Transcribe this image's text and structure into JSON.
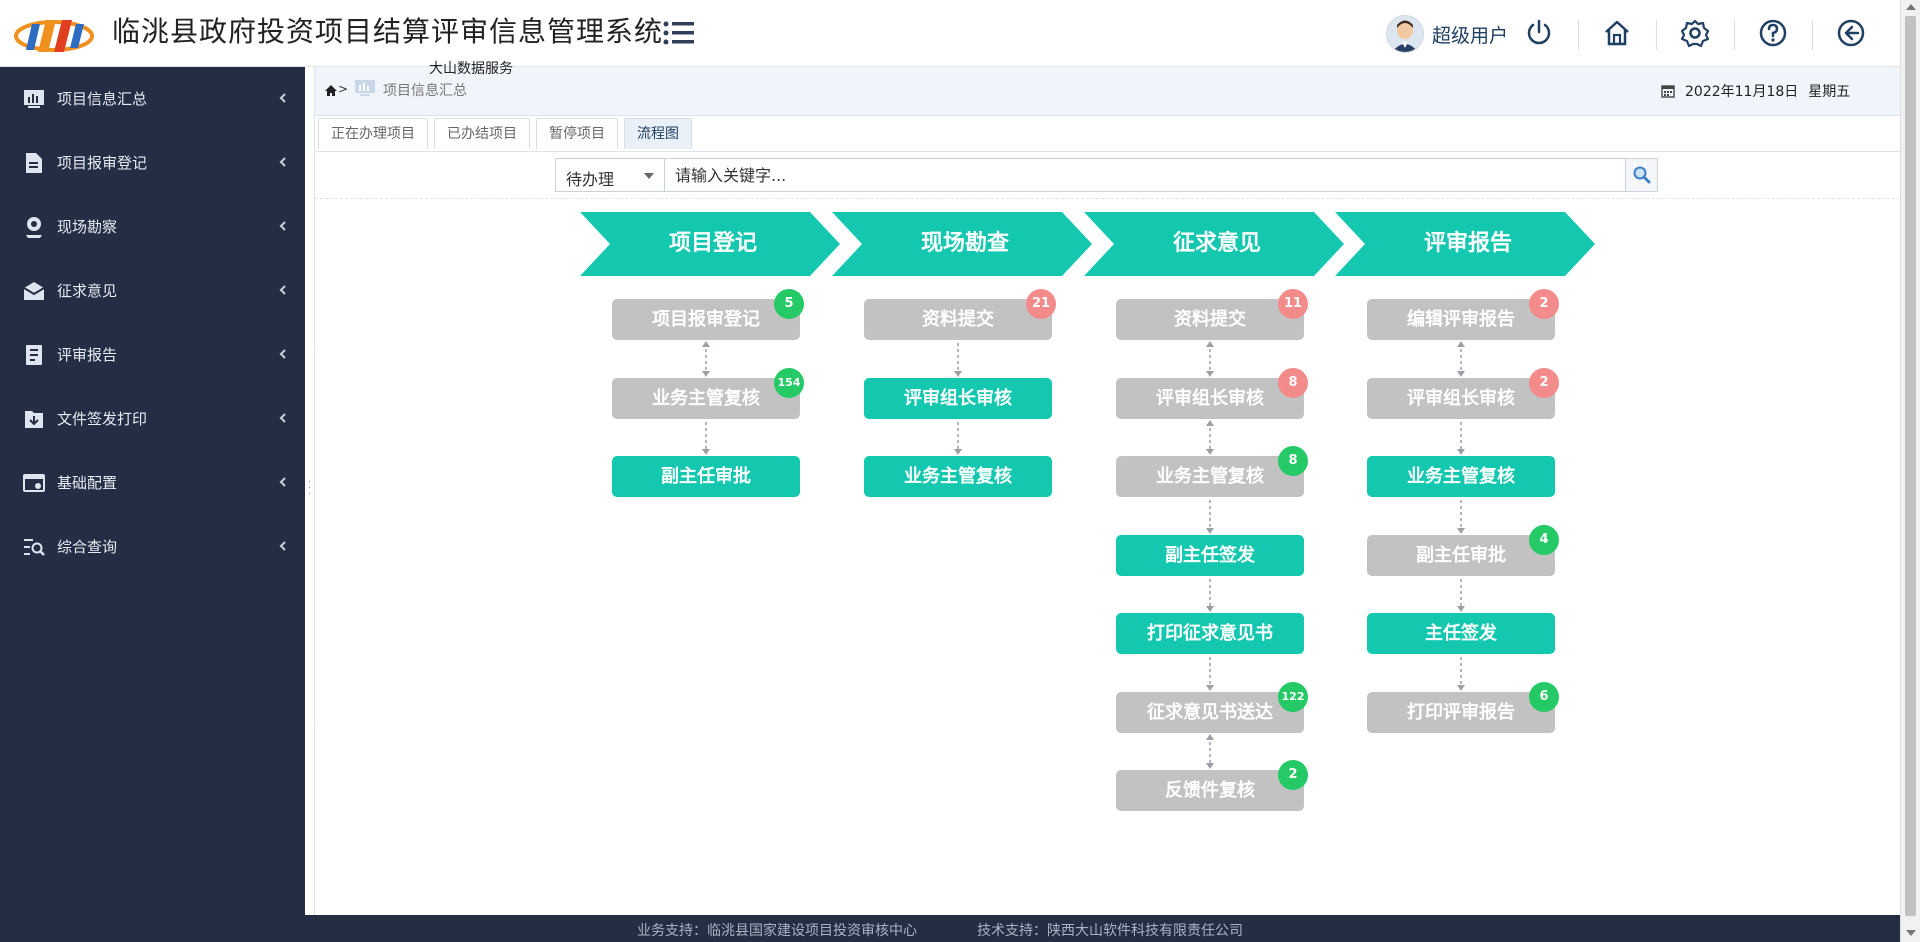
{
  "header": {
    "title": "临洮县政府投资项目结算评审信息管理系统",
    "user_name": "超级用户",
    "icons": [
      "power-icon",
      "home-icon",
      "gear-icon",
      "help-icon",
      "back-icon"
    ]
  },
  "sidebar": {
    "items": [
      {
        "label": "项目信息汇总",
        "icon": "chart-icon"
      },
      {
        "label": "项目报审登记",
        "icon": "document-icon"
      },
      {
        "label": "现场勘察",
        "icon": "location-icon"
      },
      {
        "label": "征求意见",
        "icon": "mail-icon"
      },
      {
        "label": "评审报告",
        "icon": "report-icon"
      },
      {
        "label": "文件签发打印",
        "icon": "download-icon"
      },
      {
        "label": "基础配置",
        "icon": "settings-window-icon"
      },
      {
        "label": "综合查询",
        "icon": "search-list-icon"
      }
    ]
  },
  "overlay_text": "大山数据服务",
  "breadcrumb": {
    "current": "项目信息汇总",
    "separator": ">"
  },
  "date": {
    "text": "2022年11月18日",
    "weekday": "星期五"
  },
  "tabs": [
    {
      "label": "正在办理项目",
      "active": false
    },
    {
      "label": "已办结项目",
      "active": false
    },
    {
      "label": "暂停项目",
      "active": false
    },
    {
      "label": "流程图",
      "active": true
    }
  ],
  "search": {
    "status_value": "待办理",
    "placeholder": "请输入关键字..."
  },
  "flow": {
    "colors": {
      "teal": "#14c8b0",
      "gray": "#c2c2c2",
      "green_badge": "#25c965",
      "red_badge": "#f48b8b"
    },
    "stages": [
      {
        "title": "项目登记",
        "nodes": [
          {
            "label": "项目报审登记",
            "style": "gray",
            "badge": "5",
            "badge_color": "green"
          },
          {
            "label": "业务主管复核",
            "style": "gray",
            "badge": "154",
            "badge_color": "green"
          },
          {
            "label": "副主任审批",
            "style": "teal",
            "badge": null,
            "badge_color": null
          }
        ]
      },
      {
        "title": "现场勘查",
        "nodes": [
          {
            "label": "资料提交",
            "style": "gray",
            "badge": "21",
            "badge_color": "red"
          },
          {
            "label": "评审组长审核",
            "style": "teal",
            "badge": null,
            "badge_color": null
          },
          {
            "label": "业务主管复核",
            "style": "teal",
            "badge": null,
            "badge_color": null
          }
        ]
      },
      {
        "title": "征求意见",
        "nodes": [
          {
            "label": "资料提交",
            "style": "gray",
            "badge": "11",
            "badge_color": "red"
          },
          {
            "label": "评审组长审核",
            "style": "gray",
            "badge": "8",
            "badge_color": "red"
          },
          {
            "label": "业务主管复核",
            "style": "gray",
            "badge": "8",
            "badge_color": "green"
          },
          {
            "label": "副主任签发",
            "style": "teal",
            "badge": null,
            "badge_color": null
          },
          {
            "label": "打印征求意见书",
            "style": "teal",
            "badge": null,
            "badge_color": null
          },
          {
            "label": "征求意见书送达",
            "style": "gray",
            "badge": "122",
            "badge_color": "green"
          },
          {
            "label": "反馈件复核",
            "style": "gray",
            "badge": "2",
            "badge_color": "green"
          }
        ]
      },
      {
        "title": "评审报告",
        "nodes": [
          {
            "label": "编辑评审报告",
            "style": "gray",
            "badge": "2",
            "badge_color": "red"
          },
          {
            "label": "评审组长审核",
            "style": "gray",
            "badge": "2",
            "badge_color": "red"
          },
          {
            "label": "业务主管复核",
            "style": "teal",
            "badge": null,
            "badge_color": null
          },
          {
            "label": "副主任审批",
            "style": "gray",
            "badge": "4",
            "badge_color": "green"
          },
          {
            "label": "主任签发",
            "style": "teal",
            "badge": null,
            "badge_color": null
          },
          {
            "label": "打印评审报告",
            "style": "gray",
            "badge": "6",
            "badge_color": "green"
          }
        ]
      }
    ]
  },
  "footer": {
    "business_support": "业务支持：临洮县国家建设项目投资审核中心",
    "tech_support": "技术支持：陕西大山软件科技有限责任公司"
  }
}
